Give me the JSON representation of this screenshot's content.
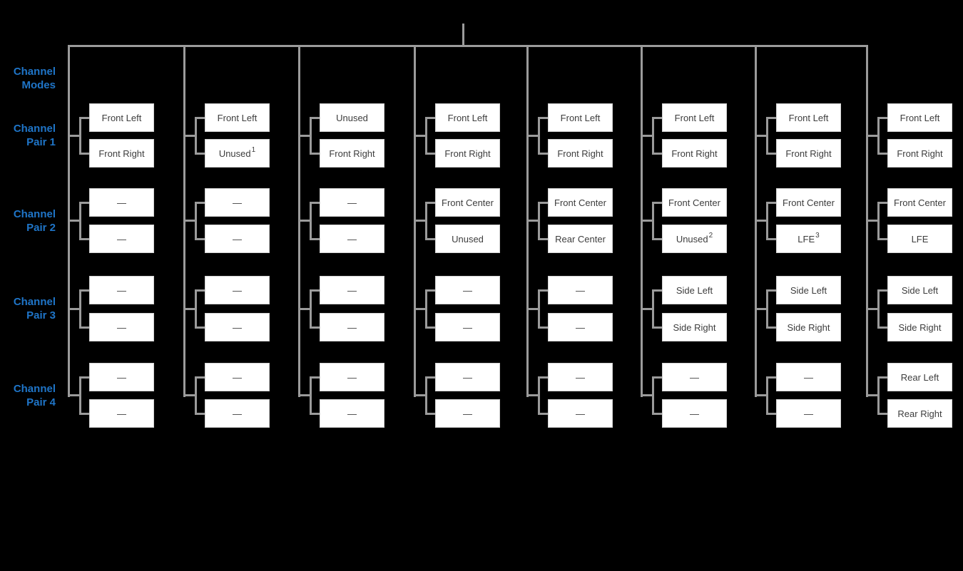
{
  "colors": {
    "background": "#000000",
    "connector_line": "#9b9b9b",
    "box_fill": "#ffffff",
    "box_border": "#d2d2d2",
    "box_text": "#3d3d3d",
    "row_label_blue": "#1f75c8"
  },
  "row_labels": [
    {
      "line1": "Channel",
      "line2": "Modes"
    },
    {
      "line1": "Channel",
      "line2": "Pair 1"
    },
    {
      "line1": "Channel",
      "line2": "Pair 2"
    },
    {
      "line1": "Channel",
      "line2": "Pair 3"
    },
    {
      "line1": "Channel",
      "line2": "Pair 4"
    }
  ],
  "columns": [
    {
      "name": "column-1",
      "pairs": [
        [
          {
            "text": "Front Left"
          },
          {
            "text": "Front Right"
          }
        ],
        [
          {
            "text": "—"
          },
          {
            "text": "—"
          }
        ],
        [
          {
            "text": "—"
          },
          {
            "text": "—"
          }
        ],
        [
          {
            "text": "—"
          },
          {
            "text": "—"
          }
        ]
      ]
    },
    {
      "name": "column-2",
      "pairs": [
        [
          {
            "text": "Front Left"
          },
          {
            "text": "Unused",
            "sup": "1"
          }
        ],
        [
          {
            "text": "—"
          },
          {
            "text": "—"
          }
        ],
        [
          {
            "text": "—"
          },
          {
            "text": "—"
          }
        ],
        [
          {
            "text": "—"
          },
          {
            "text": "—"
          }
        ]
      ]
    },
    {
      "name": "column-3",
      "pairs": [
        [
          {
            "text": "Unused"
          },
          {
            "text": "Front Right"
          }
        ],
        [
          {
            "text": "—"
          },
          {
            "text": "—"
          }
        ],
        [
          {
            "text": "—"
          },
          {
            "text": "—"
          }
        ],
        [
          {
            "text": "—"
          },
          {
            "text": "—"
          }
        ]
      ]
    },
    {
      "name": "column-4",
      "pairs": [
        [
          {
            "text": "Front Left"
          },
          {
            "text": "Front Right"
          }
        ],
        [
          {
            "text": "Front Center"
          },
          {
            "text": "Unused"
          }
        ],
        [
          {
            "text": "—"
          },
          {
            "text": "—"
          }
        ],
        [
          {
            "text": "—"
          },
          {
            "text": "—"
          }
        ]
      ]
    },
    {
      "name": "column-5",
      "pairs": [
        [
          {
            "text": "Front Left"
          },
          {
            "text": "Front Right"
          }
        ],
        [
          {
            "text": "Front Center"
          },
          {
            "text": "Rear Center"
          }
        ],
        [
          {
            "text": "—"
          },
          {
            "text": "—"
          }
        ],
        [
          {
            "text": "—"
          },
          {
            "text": "—"
          }
        ]
      ]
    },
    {
      "name": "column-6",
      "pairs": [
        [
          {
            "text": "Front Left"
          },
          {
            "text": "Front Right"
          }
        ],
        [
          {
            "text": "Front Center"
          },
          {
            "text": "Unused",
            "sup": "2"
          }
        ],
        [
          {
            "text": "Side Left"
          },
          {
            "text": "Side Right"
          }
        ],
        [
          {
            "text": "—"
          },
          {
            "text": "—"
          }
        ]
      ]
    },
    {
      "name": "column-7",
      "pairs": [
        [
          {
            "text": "Front Left"
          },
          {
            "text": "Front Right"
          }
        ],
        [
          {
            "text": "Front Center"
          },
          {
            "text": "LFE",
            "sup": "3"
          }
        ],
        [
          {
            "text": "Side Left"
          },
          {
            "text": "Side Right"
          }
        ],
        [
          {
            "text": "—"
          },
          {
            "text": "—"
          }
        ]
      ]
    },
    {
      "name": "column-8",
      "pairs": [
        [
          {
            "text": "Front Left"
          },
          {
            "text": "Front Right"
          }
        ],
        [
          {
            "text": "Front Center"
          },
          {
            "text": "LFE"
          }
        ],
        [
          {
            "text": "Side Left"
          },
          {
            "text": "Side Right"
          }
        ],
        [
          {
            "text": "Rear Left"
          },
          {
            "text": "Rear Right"
          }
        ]
      ]
    }
  ]
}
